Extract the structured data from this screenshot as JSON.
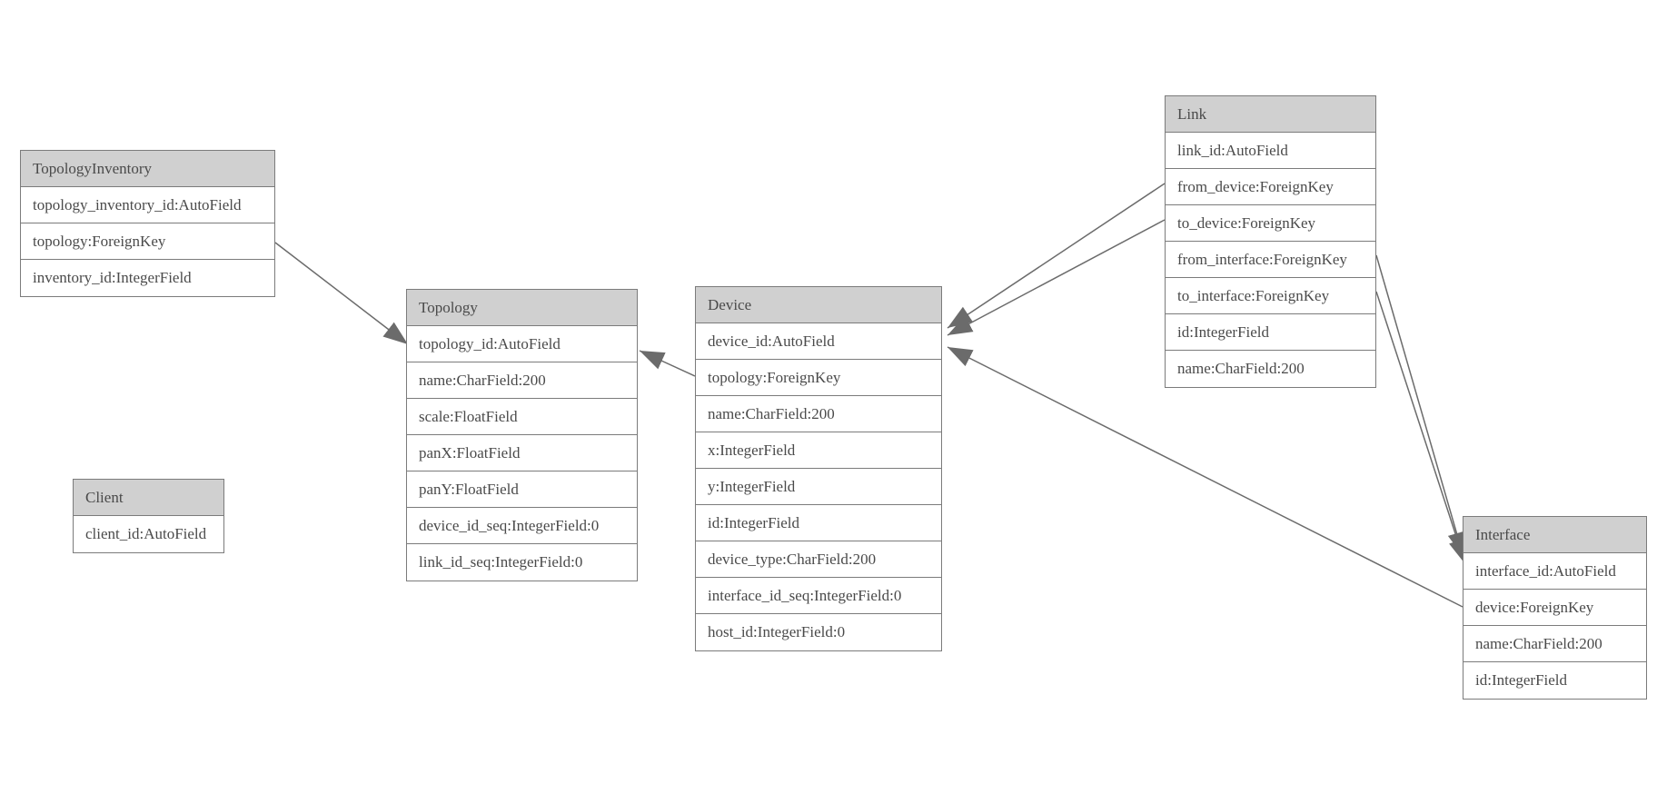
{
  "diagram": {
    "type": "entity-relationship-model-graph",
    "colors": {
      "background": "#ffffff",
      "header_fill": "#d0d0d0",
      "border": "#7b7b7b",
      "text": "#4a4a4a",
      "edge": "#6b6b6b"
    }
  },
  "entities": {
    "topology_inventory": {
      "title": "TopologyInventory",
      "fields": [
        "topology_inventory_id:AutoField",
        "topology:ForeignKey",
        "inventory_id:IntegerField"
      ]
    },
    "topology": {
      "title": "Topology",
      "fields": [
        "topology_id:AutoField",
        "name:CharField:200",
        "scale:FloatField",
        "panX:FloatField",
        "panY:FloatField",
        "device_id_seq:IntegerField:0",
        "link_id_seq:IntegerField:0"
      ]
    },
    "client": {
      "title": "Client",
      "fields": [
        "client_id:AutoField"
      ]
    },
    "device": {
      "title": "Device",
      "fields": [
        "device_id:AutoField",
        "topology:ForeignKey",
        "name:CharField:200",
        "x:IntegerField",
        "y:IntegerField",
        "id:IntegerField",
        "device_type:CharField:200",
        "interface_id_seq:IntegerField:0",
        "host_id:IntegerField:0"
      ]
    },
    "link": {
      "title": "Link",
      "fields": [
        "link_id:AutoField",
        "from_device:ForeignKey",
        "to_device:ForeignKey",
        "from_interface:ForeignKey",
        "to_interface:ForeignKey",
        "id:IntegerField",
        "name:CharField:200"
      ]
    },
    "interface": {
      "title": "Interface",
      "fields": [
        "interface_id:AutoField",
        "device:ForeignKey",
        "name:CharField:200",
        "id:IntegerField"
      ]
    }
  },
  "relationships": [
    {
      "from": "TopologyInventory.topology",
      "to": "Topology.topology_id"
    },
    {
      "from": "Device.topology",
      "to": "Topology.topology_id"
    },
    {
      "from": "Link.from_device",
      "to": "Device.device_id"
    },
    {
      "from": "Link.to_device",
      "to": "Device.device_id"
    },
    {
      "from": "Interface.device",
      "to": "Device.device_id"
    },
    {
      "from": "Link.from_interface",
      "to": "Interface.interface_id"
    },
    {
      "from": "Link.to_interface",
      "to": "Interface.interface_id"
    }
  ]
}
